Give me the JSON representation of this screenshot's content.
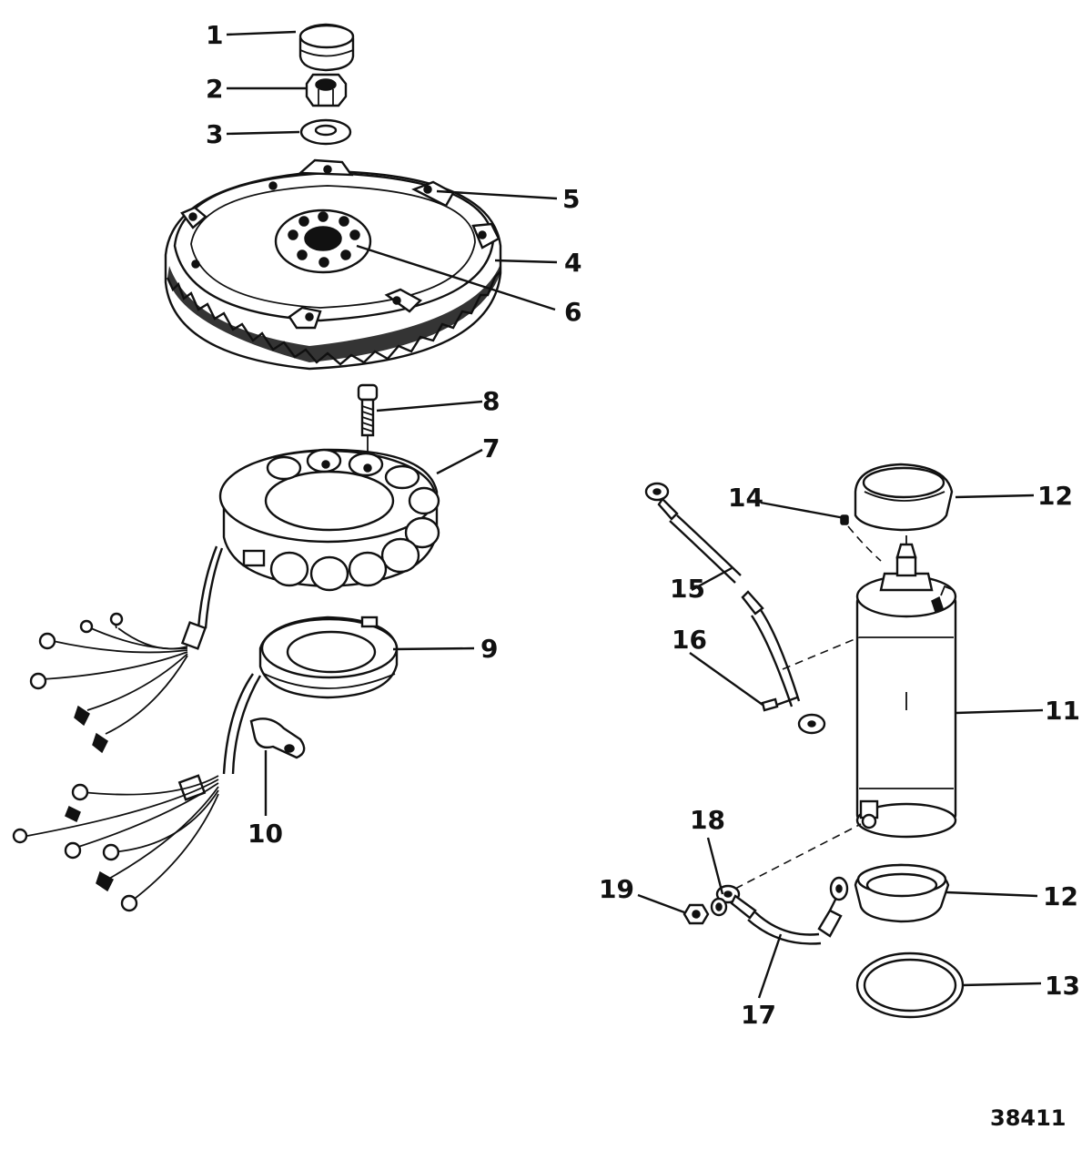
{
  "callouts": {
    "c1": "1",
    "c2": "2",
    "c3": "3",
    "c4": "4",
    "c5": "5",
    "c6": "6",
    "c7": "7",
    "c8": "8",
    "c9": "9",
    "c10": "10",
    "c11": "11",
    "c12a": "12",
    "c12b": "12",
    "c13": "13",
    "c14": "14",
    "c15": "15",
    "c16": "16",
    "c17": "17",
    "c18": "18",
    "c19": "19"
  },
  "figure_code": "38411"
}
